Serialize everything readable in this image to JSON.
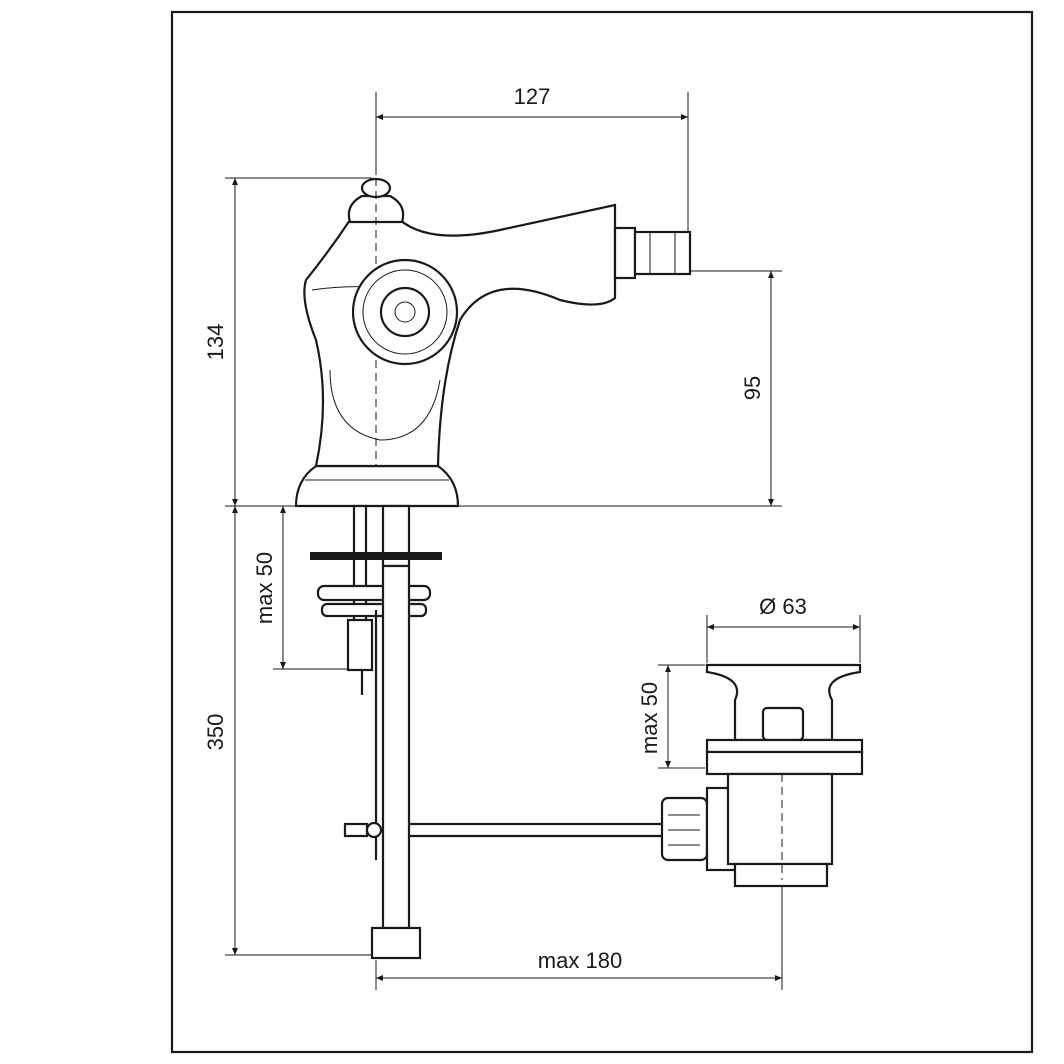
{
  "title": "Bidet mixer technical drawing",
  "dimensions": {
    "spout_reach": "127",
    "total_height": "134",
    "spout_height": "95",
    "max_deck_thickness_tap": "max 50",
    "hose_length": "350",
    "waste_diameter": "Ø 63",
    "max_deck_thickness_waste": "max 50",
    "max_rod_distance": "max 180"
  }
}
